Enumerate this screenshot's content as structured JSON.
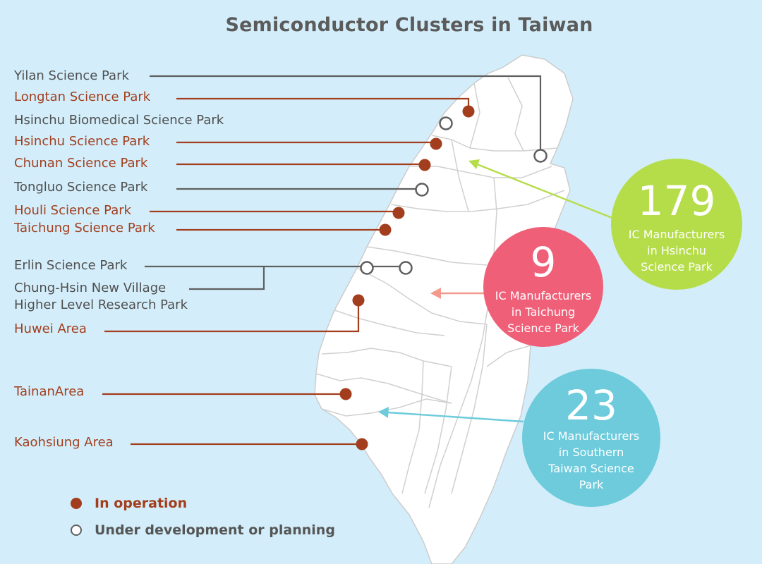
{
  "title": "Semiconductor Clusters in Taiwan",
  "colors": {
    "sea": "#d3eefa",
    "land": "#ffffff",
    "border": "#cfcfcf",
    "operation": "#a23e1d",
    "planning": "#5f5f5f",
    "hsinchu": "#b5dd4a",
    "taichung": "#ef5f78",
    "southern": "#6dcbdc"
  },
  "parks": [
    {
      "name": "Yilan Science Park",
      "status": "planning"
    },
    {
      "name": "Longtan Science Park",
      "status": "operation"
    },
    {
      "name": "Hsinchu Biomedical Science Park",
      "status": "planning"
    },
    {
      "name": "Hsinchu Science Park",
      "status": "operation"
    },
    {
      "name": "Chunan Science Park",
      "status": "operation"
    },
    {
      "name": "Tongluo Science Park",
      "status": "planning"
    },
    {
      "name": "Houli Science Park",
      "status": "operation"
    },
    {
      "name": "Taichung Science Park",
      "status": "operation"
    },
    {
      "name": "Erlin Science Park",
      "status": "planning"
    },
    {
      "name": "Chung-Hsin New Village",
      "status": "planning"
    },
    {
      "name": "Higher Level Research Park",
      "status": "planning"
    },
    {
      "name": "Huwei Area",
      "status": "operation"
    },
    {
      "name": "TainanArea",
      "status": "operation"
    },
    {
      "name": "Kaohsiung Area",
      "status": "operation"
    }
  ],
  "bubbles": [
    {
      "number": "179",
      "line1": "IC Manufacturers",
      "line2": "in Hsinchu",
      "line3": "Science Park",
      "line4": ""
    },
    {
      "number": "9",
      "line1": "IC Manufacturers",
      "line2": "in Taichung",
      "line3": "Science Park",
      "line4": ""
    },
    {
      "number": "23",
      "line1": "IC Manufacturers",
      "line2": "in Southern",
      "line3": "Taiwan Science",
      "line4": "Park"
    }
  ],
  "legend": {
    "operation": "In operation",
    "planning": "Under development or planning"
  }
}
